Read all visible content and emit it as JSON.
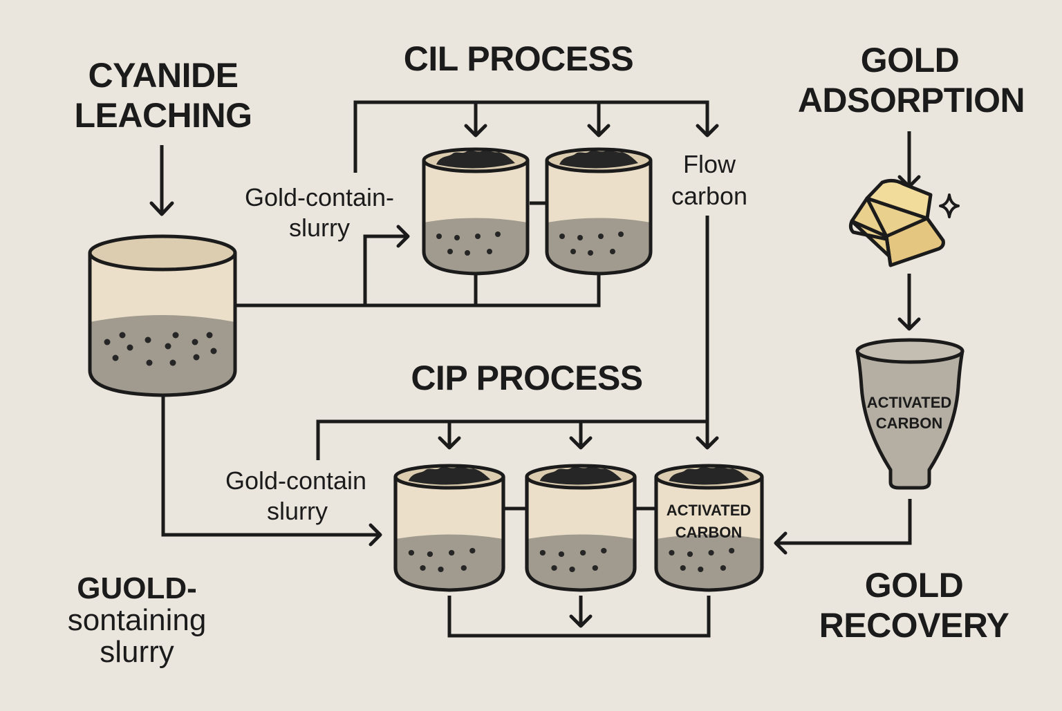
{
  "diagram": {
    "colors": {
      "background": "#ebe6dd",
      "ink": "#1b1b1b",
      "tank_liquid": "#ebdfc9",
      "tank_rim": "#dccdb0",
      "sediment": "#a09b8e",
      "carbon": "#262626",
      "gold": "#ead08d",
      "gold_top": "#f2dc9c",
      "hopper": "#b5afa3"
    },
    "sections": {
      "cyanide_leaching": {
        "line1": "CYANIDE",
        "line2": "LEACHING"
      },
      "cil_process": {
        "title": "CIL PROCESS"
      },
      "cip_process": {
        "title": "CIP PROCESS"
      },
      "gold_adsorption": {
        "line1": "GOLD",
        "line2": "ADSORPTION"
      },
      "gold_recovery": {
        "line1": "GOLD",
        "line2": "RECOVERY"
      }
    },
    "labels": {
      "cil_slurry": {
        "line1": "Gold-contain-",
        "line2": "slurry"
      },
      "flow_carbon": {
        "line1": "Flow",
        "line2": "carbon"
      },
      "cip_slurry": {
        "line1": "Gold-contain",
        "line2": "slurry"
      },
      "bottom_slurry": {
        "line1": "GUOLD-",
        "line2": "sontaining",
        "line3": "slurry"
      },
      "cip_tank3_tag": {
        "line1": "ACTIVATED",
        "line2": "CARBON"
      },
      "hopper_tag": {
        "line1": "ACTIVATED",
        "line2": "CARBON"
      }
    },
    "icons": {
      "leach_tank": "tank-icon",
      "cil_tanks": "tank-icon",
      "cip_tanks": "tank-icon",
      "gold_bar": "gold-bar-icon",
      "sparkle": "sparkle-icon",
      "hopper": "hopper-icon"
    },
    "counts": {
      "cil_tanks": 2,
      "cip_tanks": 3
    }
  }
}
